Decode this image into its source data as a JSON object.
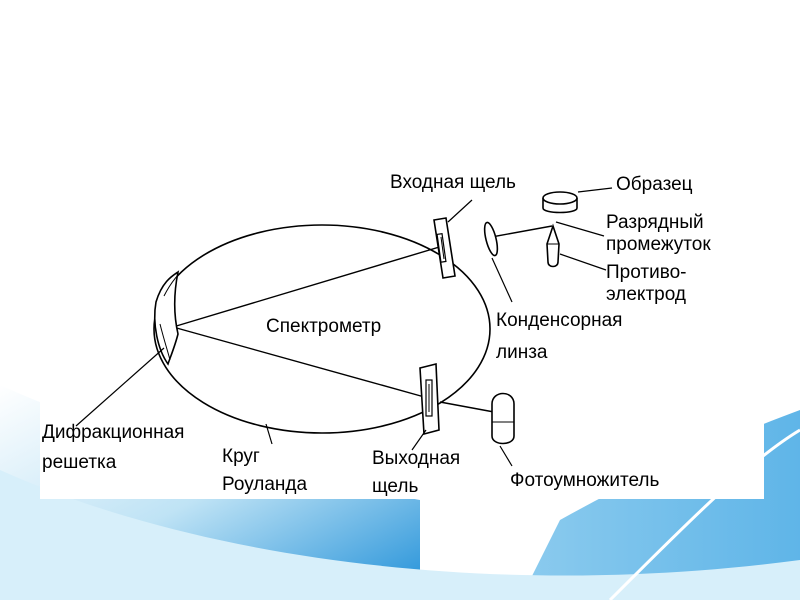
{
  "diagram": {
    "labels": {
      "entrance_slit": "Входная щель",
      "sample": "Образец",
      "discharge_gap_1": "Разрядный",
      "discharge_gap_2": "промежуток",
      "counter_electrode_1": "Противо-",
      "counter_electrode_2": "электрод",
      "spectrometer": "Спектрометр",
      "condenser_lens_1": "Конденсорная",
      "condenser_lens_2": "линза",
      "diffraction_grating_1": "Дифракционная",
      "diffraction_grating_2": "решетка",
      "rowland_circle_1": "Круг",
      "rowland_circle_2": "Роуланда",
      "exit_slit_1": "Выходная",
      "exit_slit_2": "щель",
      "photomultiplier": "Фотоумножитель"
    },
    "colors": {
      "ink": "#000000",
      "background": "#ffffff",
      "wave_light": "#bfe3f5",
      "wave_mid": "#5fb5e8",
      "wave_dark": "#1f8fd8"
    }
  }
}
